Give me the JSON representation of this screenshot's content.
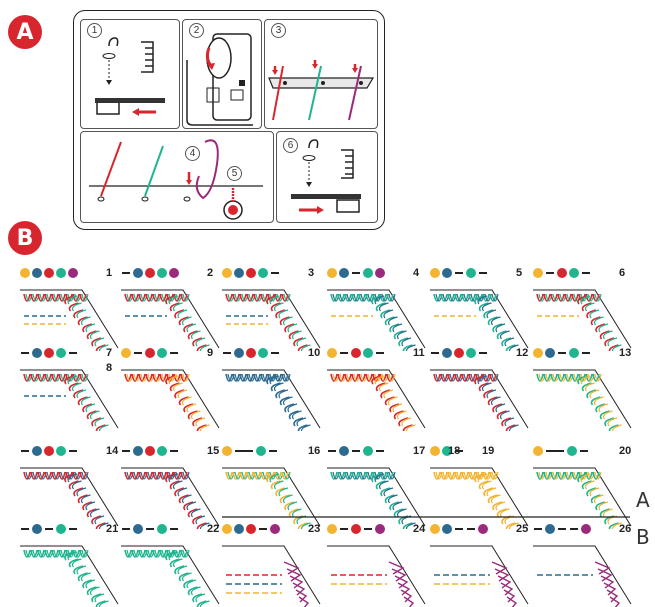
{
  "labels": {
    "section_a": "A",
    "section_b": "B",
    "side_a": "A",
    "side_b": "B"
  },
  "steps": [
    "1",
    "2",
    "3",
    "4",
    "5",
    "6"
  ],
  "colors": {
    "yellow": "#f2b431",
    "blue": "#2c6a8f",
    "red": "#d8262e",
    "green": "#1fb58f",
    "purple": "#9b2a7c",
    "black": "#222222"
  },
  "stitches": [
    {
      "num": "1",
      "dots": [
        "yellow",
        "blue",
        "red",
        "green",
        "purple"
      ],
      "threads": [
        "red",
        "green",
        "blue",
        "yellow"
      ]
    },
    {
      "num": "2",
      "dots": [
        "-",
        "blue",
        "red",
        "green",
        "purple"
      ],
      "threads": [
        "red",
        "green",
        "blue"
      ]
    },
    {
      "num": "3",
      "dots": [
        "yellow",
        "blue",
        "red",
        "green",
        "-"
      ],
      "threads": [
        "red",
        "green",
        "blue",
        "yellow"
      ]
    },
    {
      "num": "4",
      "dots": [
        "yellow",
        "blue",
        "-",
        "green",
        "purple"
      ],
      "threads": [
        "green",
        "blue",
        "yellow"
      ]
    },
    {
      "num": "5",
      "dots": [
        "yellow",
        "blue",
        "-",
        "green",
        "-"
      ],
      "threads": [
        "green",
        "blue",
        "yellow"
      ]
    },
    {
      "num": "6",
      "dots": [
        "yellow",
        "-",
        "red",
        "green",
        "-"
      ],
      "threads": [
        "red",
        "green",
        "yellow"
      ]
    },
    {
      "num": "7",
      "num2": "8",
      "dots": [
        "-",
        "blue",
        "red",
        "green",
        "-"
      ],
      "threads": [
        "red",
        "green",
        "blue"
      ]
    },
    {
      "num": "9",
      "dots": [
        "yellow",
        "-",
        "red",
        "green",
        "-"
      ],
      "threads": [
        "red",
        "yellow"
      ]
    },
    {
      "num": "10",
      "dots": [
        "-",
        "blue",
        "red",
        "green",
        "-"
      ],
      "threads": [
        "blue"
      ]
    },
    {
      "num": "11",
      "dots": [
        "yellow",
        "-",
        "red",
        "green",
        "-"
      ],
      "threads": [
        "red",
        "yellow"
      ]
    },
    {
      "num": "12",
      "dots": [
        "-",
        "blue",
        "red",
        "green",
        "-"
      ],
      "threads": [
        "red",
        "blue"
      ]
    },
    {
      "num": "13",
      "dots": [
        "yellow",
        "blue",
        "-",
        "green",
        "-"
      ],
      "threads": [
        "green",
        "yellow"
      ]
    },
    {
      "num": "14",
      "dots": [
        "-",
        "blue",
        "red",
        "green",
        "-"
      ],
      "threads": [
        "red",
        "blue"
      ]
    },
    {
      "num": "15",
      "dots": [
        "-",
        "blue",
        "red",
        "green",
        "-"
      ],
      "threads": [
        "red",
        "blue"
      ]
    },
    {
      "num": "16",
      "dots": [
        "yellow",
        "__",
        "green",
        "-"
      ],
      "threads": [
        "yellow",
        "green"
      ]
    },
    {
      "num": "17",
      "dots": [
        "-",
        "blue",
        "-",
        "green",
        "-"
      ],
      "threads": [
        "green",
        "blue"
      ]
    },
    {
      "num": "18",
      "num2": "19",
      "dots": [
        "yellow",
        "green",
        "-"
      ],
      "threads": [
        "yellow"
      ]
    },
    {
      "num": "20",
      "dots": [
        "yellow",
        "_",
        "green",
        "-"
      ],
      "threads": [
        "green",
        "yellow"
      ]
    },
    {
      "num": "21",
      "dots": [
        "-",
        "blue",
        "-",
        "green",
        "-"
      ],
      "threads": [
        "green"
      ]
    },
    {
      "num": "22",
      "dots": [
        "-",
        "blue",
        "-",
        "green",
        "-"
      ],
      "threads": [
        "green"
      ]
    },
    {
      "num": "23",
      "dots": [
        "yellow",
        "blue",
        "red",
        "-",
        "purple"
      ],
      "threads": [
        "purple",
        "red",
        "blue",
        "yellow"
      ]
    },
    {
      "num": "24",
      "dots": [
        "yellow",
        "-",
        "red",
        "-",
        "purple"
      ],
      "threads": [
        "purple",
        "red",
        "yellow"
      ]
    },
    {
      "num": "25",
      "dots": [
        "yellow",
        "blue",
        "-",
        "-",
        "purple"
      ],
      "threads": [
        "purple",
        "blue",
        "yellow"
      ]
    },
    {
      "num": "26",
      "dots": [
        "-",
        "blue",
        "-",
        "-",
        "purple"
      ],
      "threads": [
        "purple",
        "blue"
      ]
    }
  ]
}
